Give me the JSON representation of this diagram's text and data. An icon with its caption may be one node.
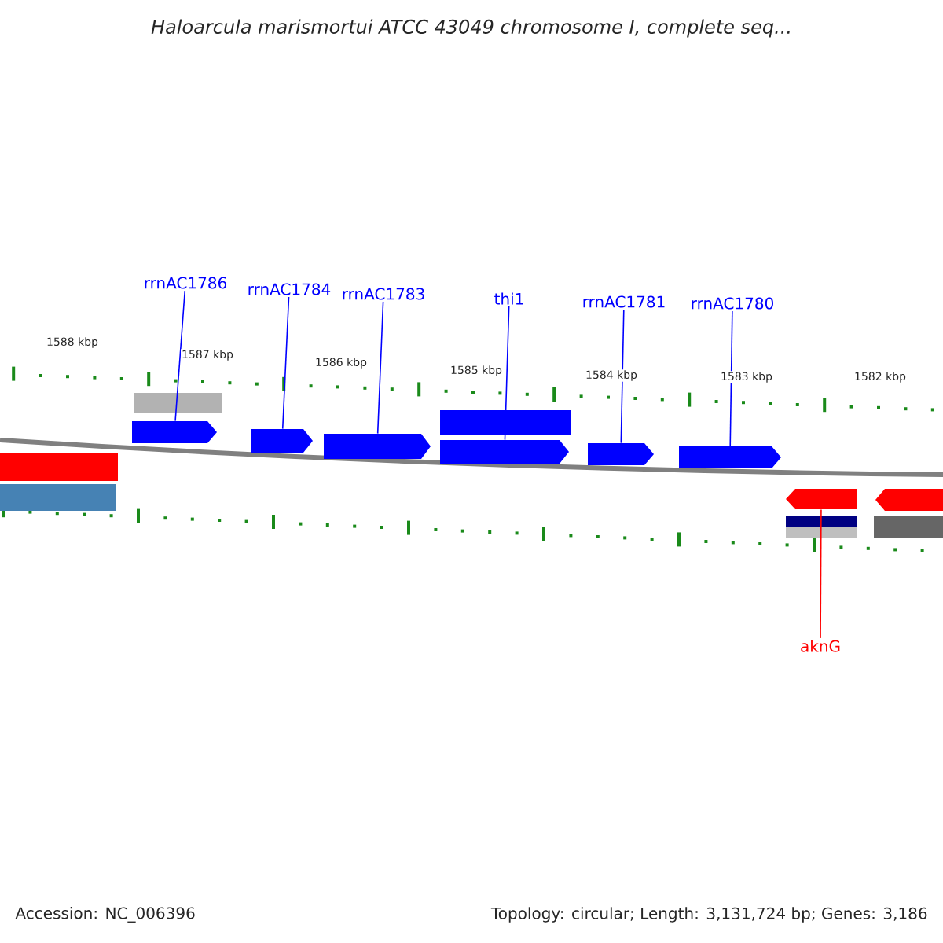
{
  "diagram": {
    "title": "Haloarcula marismortui ATCC 43049 chromosome I, complete seq...",
    "nodes": [
      {
        "text": [
          "rrnAC1786"
        ]
      },
      {
        "text": [
          "rrnAC1784"
        ]
      },
      {
        "text": [
          "rrnAC1783"
        ]
      },
      {
        "text": [
          "thi1"
        ]
      },
      {
        "text": [
          "rrnAC1781"
        ]
      },
      {
        "text": [
          "rrnAC1780"
        ]
      },
      {
        "text": [
          "aknG"
        ]
      },
      {
        "text": [],
        "shape": "pentagon"
      },
      {
        "text": [],
        "shape": "pentagon"
      },
      {
        "text": [],
        "shape": "pentagon"
      },
      {
        "text": [],
        "shape": "pentagon"
      },
      {
        "text": [],
        "shape": "pentagon"
      },
      {
        "text": [],
        "shape": "pentagon"
      },
      {
        "text": [],
        "shape": "pentagon"
      },
      {
        "text": [],
        "shape": "pentagon"
      }
    ],
    "edges": [
      {
        "from": 0,
        "to": 7,
        "arrow": "none"
      },
      {
        "from": 1,
        "to": 8,
        "arrow": "none"
      },
      {
        "from": 2,
        "to": 9,
        "arrow": "none"
      },
      {
        "from": 3,
        "to": 10,
        "arrow": "none"
      },
      {
        "from": 4,
        "to": 11,
        "arrow": "none"
      },
      {
        "from": 5,
        "to": 12,
        "arrow": "none"
      },
      {
        "from": 6,
        "to": 13,
        "arrow": "none",
        "color": "#ff0000"
      }
    ],
    "labels": [
      "1588 kbp",
      "1587 kbp",
      "1586 kbp",
      "1585 kbp",
      "1584 kbp",
      "1583 kbp",
      "1582 kbp",
      "Accession: NC_006396",
      "Topology: circular; Length: 3,131,724 bp; Genes: 3,186"
    ]
  }
}
